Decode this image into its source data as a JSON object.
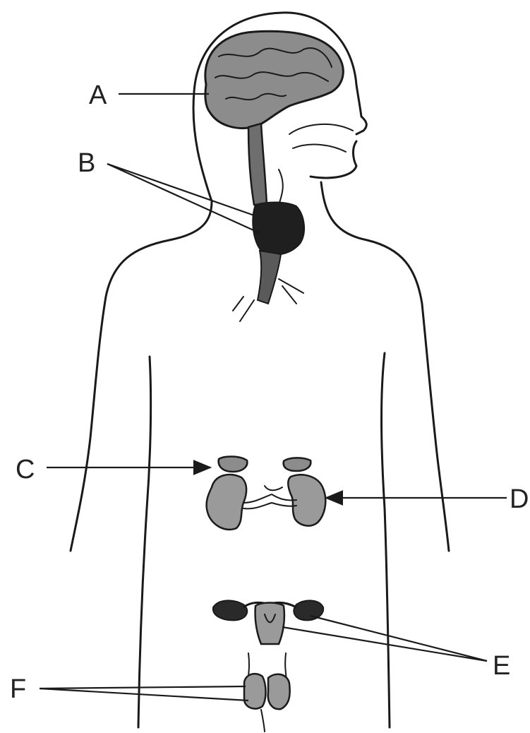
{
  "labels": {
    "a": "A",
    "b": "B",
    "c": "C",
    "d": "D",
    "e": "E",
    "f": "F"
  },
  "colors": {
    "line": "#1a1a1a",
    "organ_gray": "#9a9a9a",
    "organ_dark": "#3a3a3a",
    "background": "#ffffff"
  }
}
